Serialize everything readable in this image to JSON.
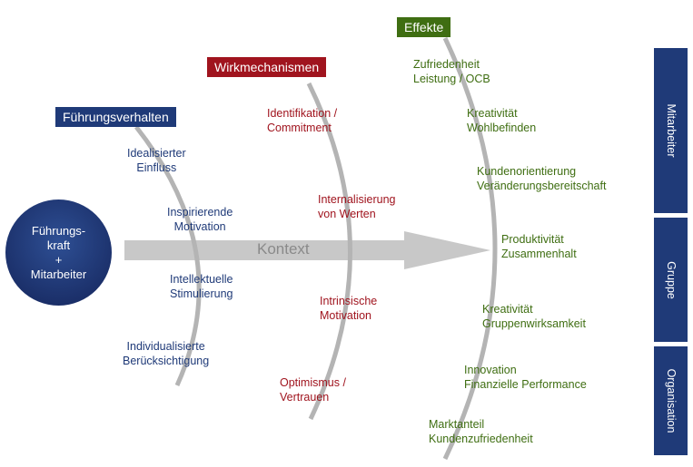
{
  "headers": {
    "fuehrung": "Führungsverhalten",
    "wirk": "Wirkmechanismen",
    "effekte": "Effekte"
  },
  "colors": {
    "navy": "#1f3a78",
    "red": "#a0141e",
    "green": "#3f6e12",
    "gray": "#c8c8c8"
  },
  "circle": {
    "line1": "Führungs-",
    "line2": "kraft",
    "line3": "+",
    "line4": "Mitarbeiter"
  },
  "context": "Kontext",
  "fuehrung_items": [
    [
      "Idealisierter",
      "Einfluss"
    ],
    [
      "Inspirierende",
      "Motivation"
    ],
    [
      "Intellektuelle",
      "Stimulierung"
    ],
    [
      "Individualisierte",
      "Berücksichtigung"
    ]
  ],
  "wirk_items": [
    [
      "Identifikation /",
      "Commitment"
    ],
    [
      "Internalisierung",
      "von Werten"
    ],
    [
      "Intrinsische",
      "Motivation"
    ],
    [
      "Optimismus /",
      "Vertrauen"
    ]
  ],
  "effekte_items": [
    [
      "Zufriedenheit",
      "Leistung / OCB"
    ],
    [
      "Kreativität",
      "Wohlbefinden"
    ],
    [
      "Kundenorientierung",
      "Veränderungsbereitschaft"
    ],
    [
      "Produktivität",
      "Zusammenhalt"
    ],
    [
      "Kreativität",
      "Gruppenwirksamkeit"
    ],
    [
      "Innovation",
      "Finanzielle Performance"
    ],
    [
      "Marktanteil",
      "Kundenzufriedenheit"
    ]
  ],
  "levels": [
    "Mitarbeiter",
    "Gruppe",
    "Organisation"
  ]
}
